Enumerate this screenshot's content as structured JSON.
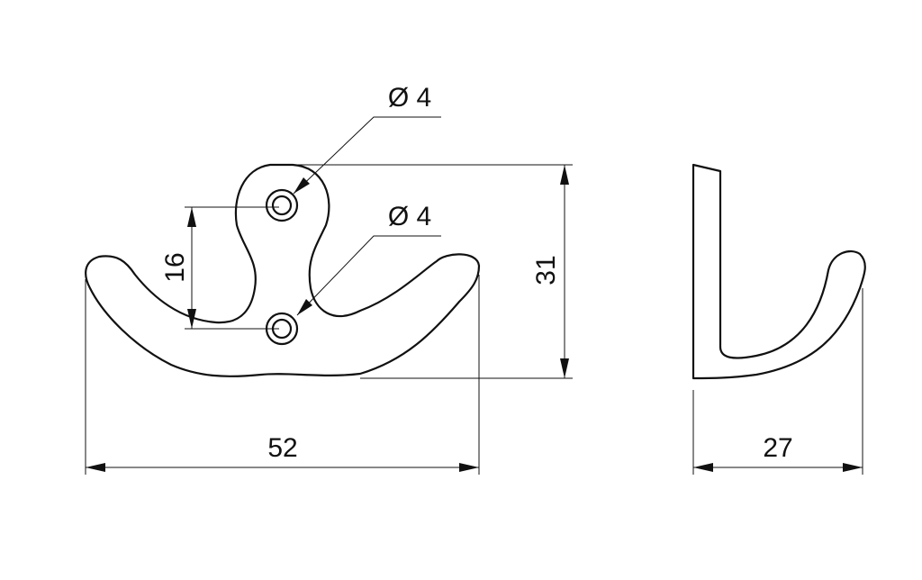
{
  "drawing": {
    "hole_top_label": "Ø 4",
    "hole_bottom_label": "Ø 4",
    "hole_spacing": "16",
    "height": "31",
    "width": "52",
    "depth": "27"
  },
  "colors": {
    "line": "#111111",
    "background": "#ffffff"
  }
}
